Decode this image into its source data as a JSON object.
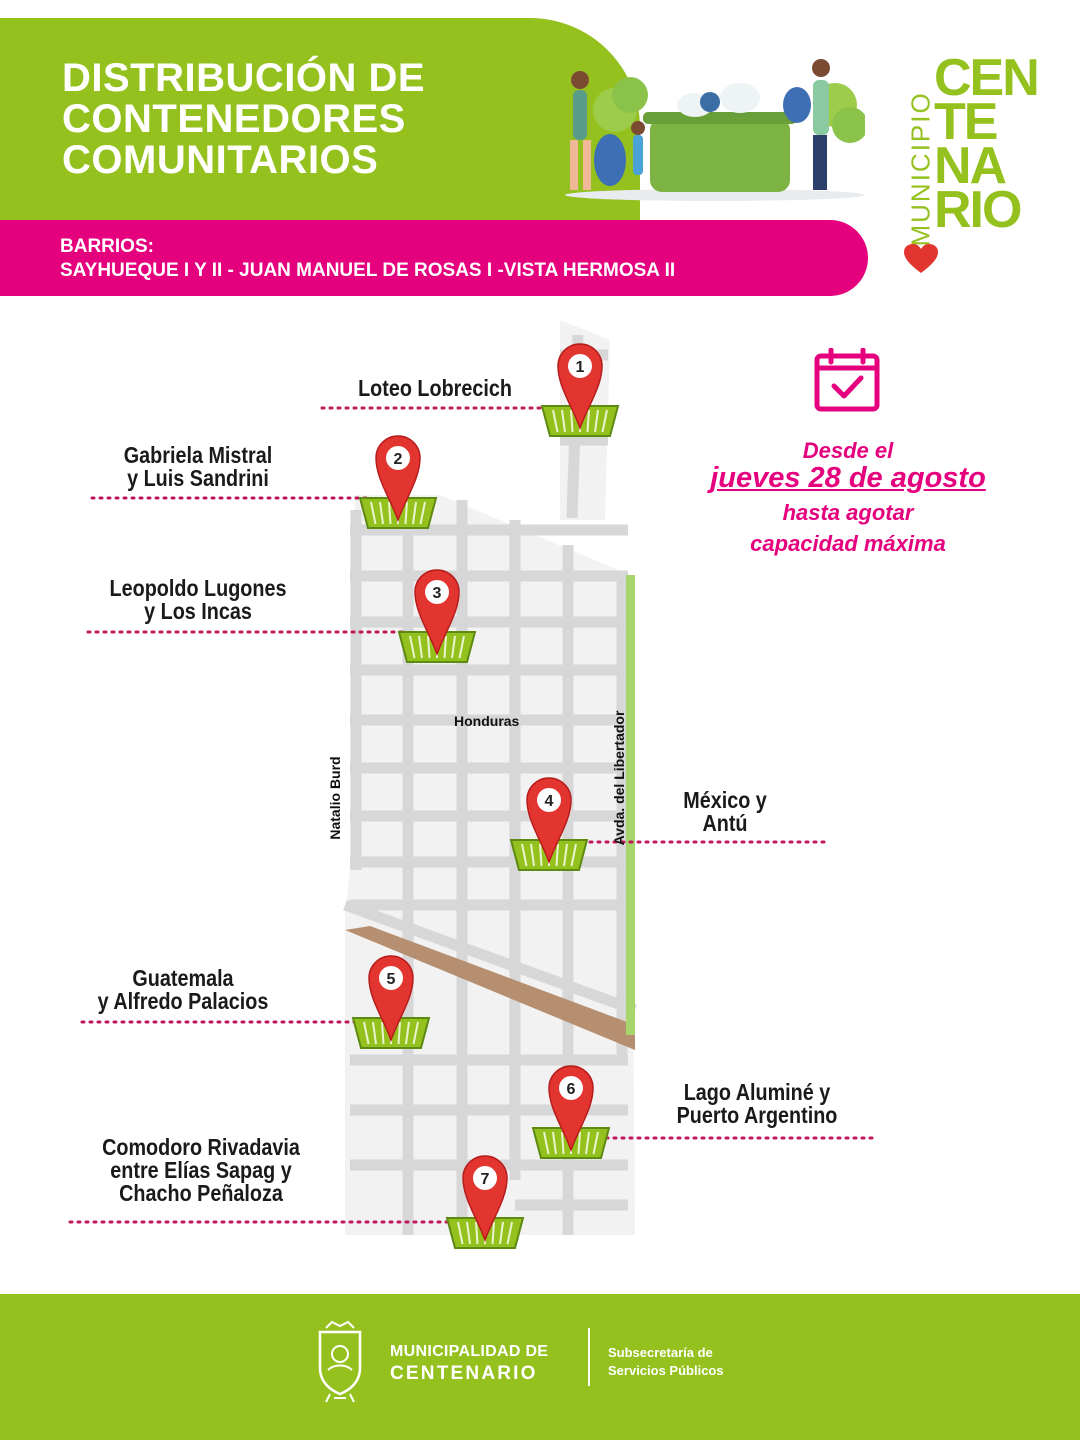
{
  "header": {
    "title_lines": [
      "DISTRIBUCIÓN DE",
      "CONTENEDORES",
      "COMUNITARIOS"
    ],
    "barrios_label": "BARRIOS:",
    "barrios_list": "SAYHUEQUE I Y II - JUAN MANUEL DE ROSAS I -VISTA HERMOSA II"
  },
  "logo": {
    "vertical": "MUNICIPIO",
    "word_lines": [
      "CEN",
      "TE",
      "NA",
      "RIO"
    ]
  },
  "schedule": {
    "line1": "Desde el",
    "line2": "jueves 28 de agosto",
    "line3": "hasta agotar",
    "line4": "capacidad máxima"
  },
  "streets": {
    "honduras": "Honduras",
    "natalio_burd": "Natalio Burd",
    "libertador": "Avda. del Libertador"
  },
  "locations": [
    {
      "number": "1",
      "lines": [
        "Loteo Lobrecich"
      ]
    },
    {
      "number": "2",
      "lines": [
        "Gabriela Mistral",
        "y Luis Sandrini"
      ]
    },
    {
      "number": "3",
      "lines": [
        "Leopoldo Lugones",
        "y Los Incas"
      ]
    },
    {
      "number": "4",
      "lines": [
        "México y",
        "Antú"
      ]
    },
    {
      "number": "5",
      "lines": [
        "Guatemala",
        "y Alfredo Palacios"
      ]
    },
    {
      "number": "6",
      "lines": [
        "Lago Aluminé y",
        "Puerto Argentino"
      ]
    },
    {
      "number": "7",
      "lines": [
        "Comodoro Rivadavia",
        "entre Elías Sapag y",
        "Chacho Peñaloza"
      ]
    }
  ],
  "footer": {
    "municipalidad_1": "MUNICIPALIDAD DE",
    "municipalidad_2": "CENTENARIO",
    "subsecretaria_1": "Subsecretaría de",
    "subsecretaria_2": "Servicios Públicos"
  },
  "colors": {
    "green": "#95c11f",
    "pink": "#e5007e",
    "pin_red": "#e3352f",
    "map_bg": "#f2f2f2",
    "street": "#d7d7d7",
    "diagonal": "#b58f6f"
  }
}
